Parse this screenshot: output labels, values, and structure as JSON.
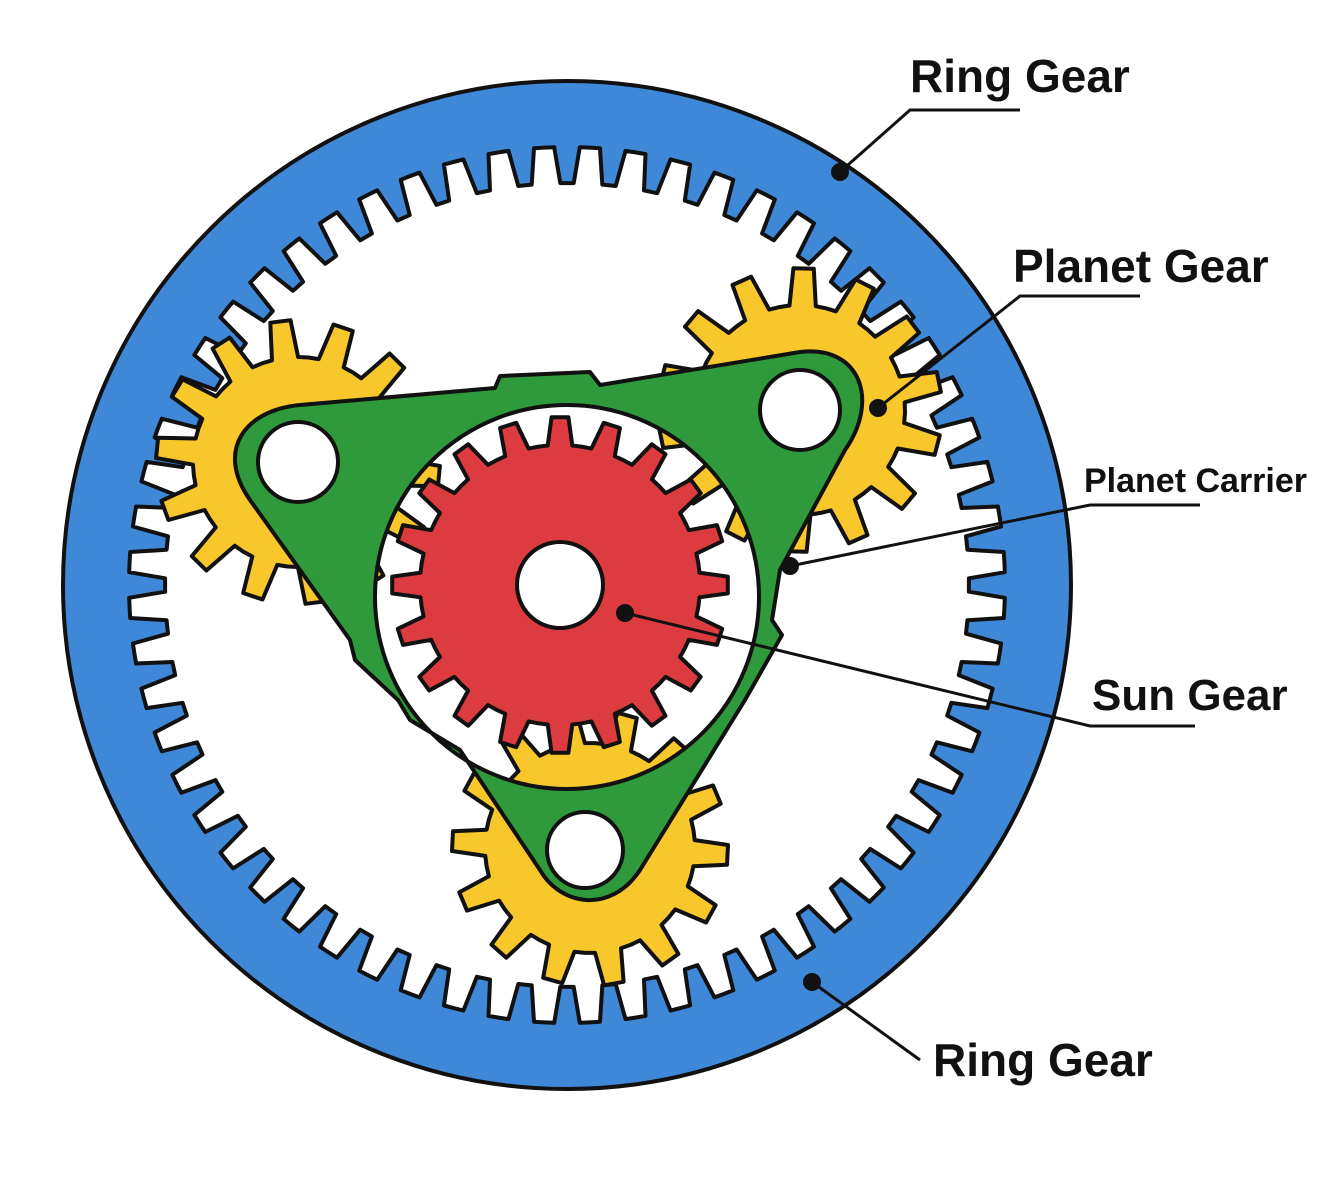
{
  "colors": {
    "ring": "#3f88d8",
    "ring_teeth_gap": "#ffffff",
    "planet": "#f7c72c",
    "carrier": "#2f9a3c",
    "sun": "#dc3c40",
    "outline": "#111111",
    "bore": "#ffffff"
  },
  "gear_teeth": {
    "ring": 60,
    "planet": 14,
    "sun": 20
  },
  "labels": {
    "ring_gear_top": "Ring Gear",
    "planet_gear": "Planet Gear",
    "planet_carrier": "Planet Carrier",
    "sun_gear": "Sun Gear",
    "ring_gear_bottom": "Ring Gear"
  }
}
